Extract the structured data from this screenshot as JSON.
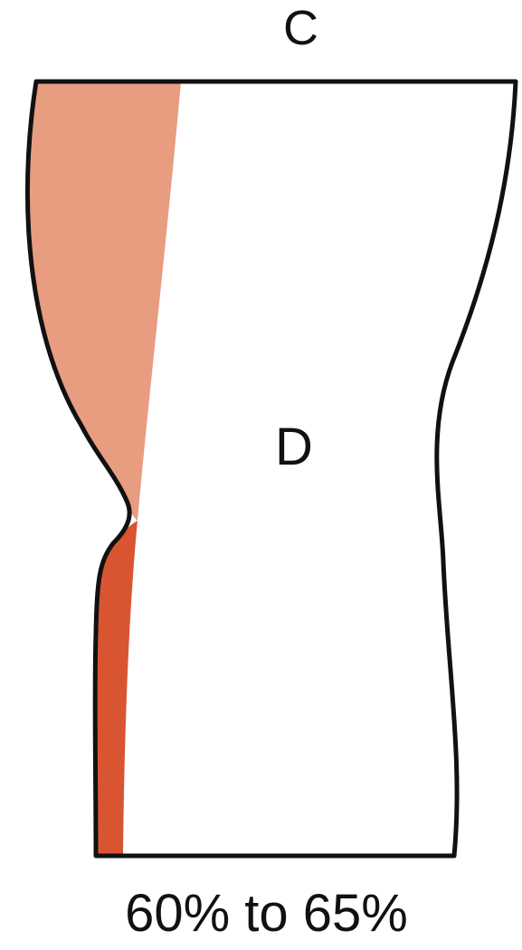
{
  "labels": {
    "top": "C",
    "center": "D",
    "bottom": "60% to 65%"
  },
  "colors": {
    "outline": "#111111",
    "light_fill": "#e89c80",
    "dark_fill": "#d95532",
    "background": "#ffffff"
  }
}
